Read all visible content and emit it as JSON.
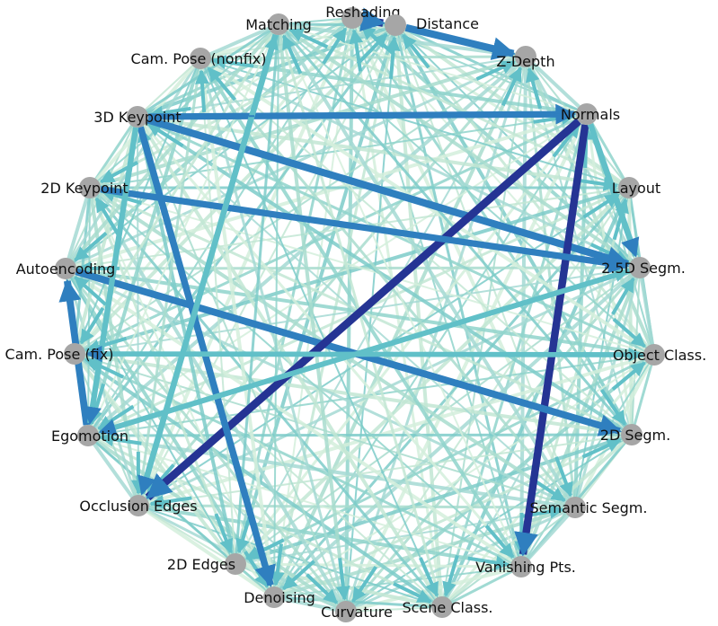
{
  "nodes": [
    {
      "id": "reshading",
      "label": "Reshading"
    },
    {
      "id": "distance",
      "label": "Distance"
    },
    {
      "id": "zdepth",
      "label": "Z-Depth"
    },
    {
      "id": "normals",
      "label": "Normals"
    },
    {
      "id": "layout",
      "label": "Layout"
    },
    {
      "id": "seg25d",
      "label": "2.5D Segm."
    },
    {
      "id": "objclass",
      "label": "Object Class."
    },
    {
      "id": "seg2d",
      "label": "2D Segm."
    },
    {
      "id": "semseg",
      "label": "Semantic Segm."
    },
    {
      "id": "vanishing",
      "label": "Vanishing Pts."
    },
    {
      "id": "sceneclass",
      "label": "Scene Class."
    },
    {
      "id": "curvature",
      "label": "Curvature"
    },
    {
      "id": "denoising",
      "label": "Denoising"
    },
    {
      "id": "edges2d",
      "label": "2D Edges"
    },
    {
      "id": "occlusion",
      "label": "Occlusion Edges"
    },
    {
      "id": "egomotion",
      "label": "Egomotion"
    },
    {
      "id": "posefix",
      "label": "Cam. Pose (fix)"
    },
    {
      "id": "autoenc",
      "label": "Autoencoding"
    },
    {
      "id": "keypoint2d",
      "label": "2D Keypoint"
    },
    {
      "id": "keypoint3d",
      "label": "3D Keypoint"
    },
    {
      "id": "posenonfix",
      "label": "Cam. Pose (nonfix)"
    },
    {
      "id": "matching",
      "label": "Matching"
    }
  ],
  "highlighted_edges": [
    {
      "from": "keypoint3d",
      "to": "seg25d",
      "strength": 0.85
    },
    {
      "from": "normals",
      "to": "vanishing",
      "strength": 0.9
    },
    {
      "from": "autoenc",
      "to": "seg2d",
      "strength": 0.8
    },
    {
      "from": "normals",
      "to": "occlusion",
      "strength": 0.95
    },
    {
      "from": "keypoint2d",
      "to": "seg25d",
      "strength": 0.7
    },
    {
      "from": "reshading",
      "to": "distance",
      "strength": 0.9
    },
    {
      "from": "distance",
      "to": "zdepth",
      "strength": 0.85
    },
    {
      "from": "keypoint3d",
      "to": "denoising",
      "strength": 0.75
    },
    {
      "from": "keypoint3d",
      "to": "normals",
      "strength": 0.7
    },
    {
      "from": "matching",
      "to": "occlusion",
      "strength": 0.6
    },
    {
      "from": "egomotion",
      "to": "autoenc",
      "strength": 0.8
    },
    {
      "from": "keypoint3d",
      "to": "egomotion",
      "strength": 0.55
    },
    {
      "from": "normals",
      "to": "seg25d",
      "strength": 0.6
    },
    {
      "from": "objclass",
      "to": "posefix",
      "strength": 0.45
    },
    {
      "from": "seg25d",
      "to": "egomotion",
      "strength": 0.5
    }
  ],
  "colors": {
    "edge_light": "#c7e9d4",
    "edge_mid": "#61c0c8",
    "edge_dark": "#2f7fbf",
    "edge_darkest": "#253494",
    "node": "#a6a6a6"
  }
}
